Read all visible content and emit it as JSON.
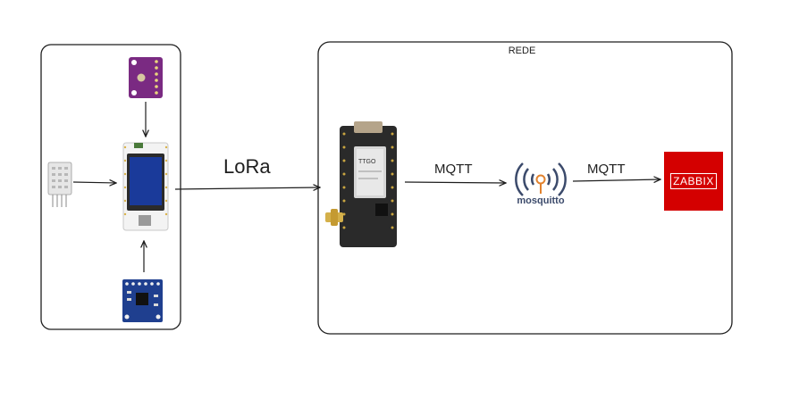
{
  "labels": {
    "network_group": "REDE",
    "link_lora": "LoRa",
    "link_mqtt_1": "MQTT",
    "link_mqtt_2": "MQTT"
  },
  "logos": {
    "zabbix_text": "ZABBIX",
    "mosquitto_text": "mosquitto"
  },
  "colors": {
    "zabbix_red": "#d40000",
    "sensor_board_purple": "#7a2a82",
    "mpu_board_blue": "#1f3f8f",
    "esp32_board": "#2a2a2a",
    "oled_screen": "#1a3a9a",
    "mosquitto_navy": "#3b4a6b",
    "mosquitto_orange": "#e2832f"
  }
}
